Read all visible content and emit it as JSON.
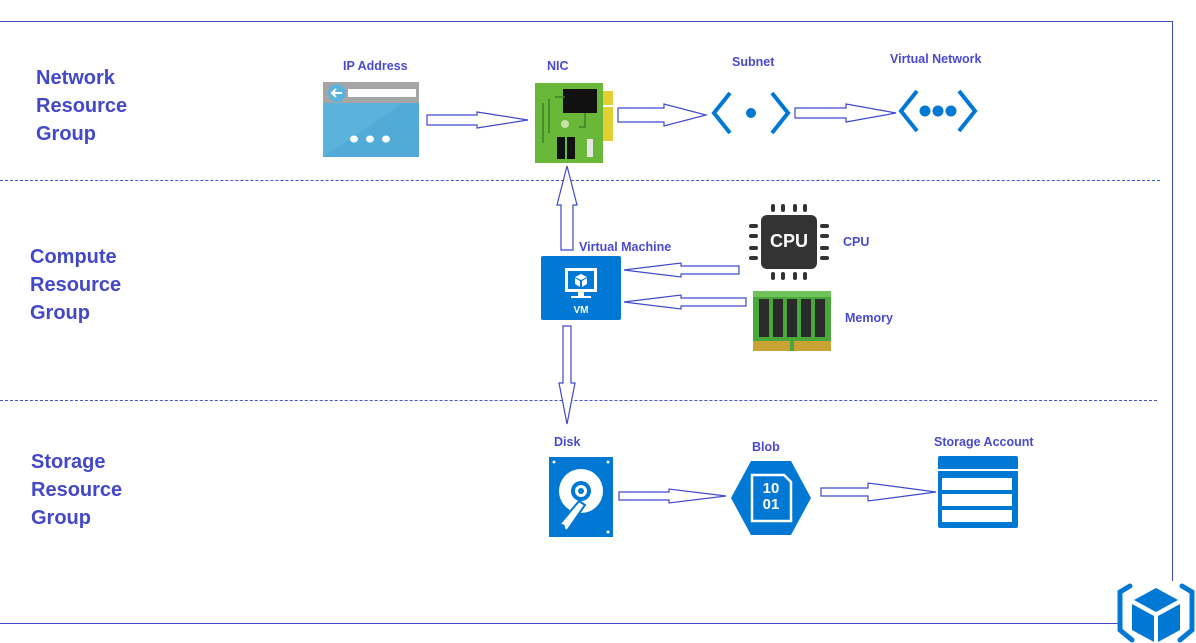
{
  "colors": {
    "label": "#4348c8",
    "azure_blue": "#0078d4",
    "arrow": "#3f48cc",
    "separator": "#3f58cc"
  },
  "groups": [
    {
      "id": "network",
      "label": "Network\nResource\nGroup"
    },
    {
      "id": "compute",
      "label": "Compute\nResource\nGroup"
    },
    {
      "id": "storage",
      "label": "Storage\nResource\nGroup"
    }
  ],
  "nodes": {
    "ip_address": {
      "label": "IP Address",
      "icon": "ip-address-icon"
    },
    "nic": {
      "label": "NIC",
      "icon": "network-card-icon"
    },
    "subnet": {
      "label": "Subnet",
      "icon": "subnet-icon"
    },
    "virtual_network": {
      "label": "Virtual Network",
      "icon": "virtual-network-icon"
    },
    "virtual_machine": {
      "label": "Virtual Machine",
      "icon": "virtual-machine-icon",
      "badge": "VM"
    },
    "cpu": {
      "label": "CPU",
      "icon": "cpu-chip-icon",
      "chip_text": "CPU"
    },
    "memory": {
      "label": "Memory",
      "icon": "memory-module-icon"
    },
    "disk": {
      "label": "Disk",
      "icon": "hard-disk-icon"
    },
    "blob": {
      "label": "Blob",
      "icon": "blob-icon",
      "text_line1": "10",
      "text_line2": "01"
    },
    "storage_account": {
      "label": "Storage Account",
      "icon": "storage-account-icon"
    }
  },
  "connections": [
    {
      "from": "ip_address",
      "to": "nic"
    },
    {
      "from": "nic",
      "to": "subnet"
    },
    {
      "from": "subnet",
      "to": "virtual_network"
    },
    {
      "from": "virtual_machine",
      "to": "nic"
    },
    {
      "from": "cpu",
      "to": "virtual_machine"
    },
    {
      "from": "memory",
      "to": "virtual_machine"
    },
    {
      "from": "virtual_machine",
      "to": "disk"
    },
    {
      "from": "disk",
      "to": "blob"
    },
    {
      "from": "blob",
      "to": "storage_account"
    }
  ],
  "corner_logo": {
    "icon": "azure-resource-group-cube-icon"
  }
}
